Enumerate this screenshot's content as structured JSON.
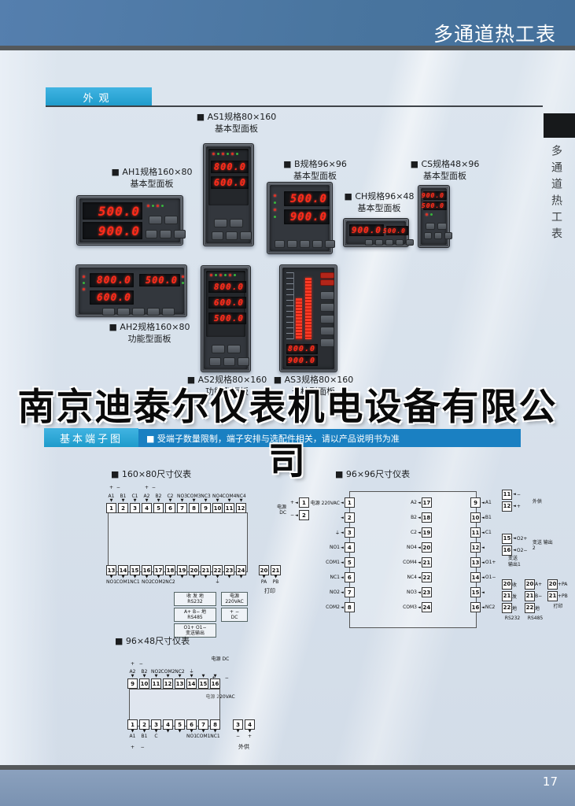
{
  "header": {
    "title": "多通道热工表"
  },
  "side_tab": {
    "text": "多通道热工表"
  },
  "icons": {
    "wire_down": "▼",
    "wire_left": "◄"
  },
  "watermark": {
    "text": "南京迪泰尔仪表机电设备有限公司"
  },
  "appearance": {
    "section_label": "外观",
    "meters": {
      "as1": {
        "label1": "■ AS1规格80×160",
        "label2": "基本型面板",
        "d1": "800.0",
        "d2": "600.0"
      },
      "ah1": {
        "label1": "■ AH1规格160×80",
        "label2": "基本型面板",
        "d1": "500.0",
        "d2": "900.0"
      },
      "b": {
        "label1": "■ B规格96×96",
        "label2": "基本型面板",
        "d1": "500.0",
        "d2": "900.0"
      },
      "ch": {
        "label1": "■ CH规格96×48",
        "label2": "基本型面板",
        "d1": "900.0",
        "d2": "500.0"
      },
      "cs": {
        "label1": "■ CS规格48×96",
        "label2": "基本型面板",
        "d1": "900.0",
        "d2": "500.0"
      },
      "ah2": {
        "label1": "■ AH2规格160×80",
        "label2": "功能型面板",
        "d1": "800.0",
        "d2": "500.0",
        "d3": "600.0"
      },
      "as2": {
        "label1": "■ AS2规格80×160",
        "label2": "功能型面板",
        "d1": "800.0",
        "d2": "600.0",
        "d3": "500.0"
      },
      "as3": {
        "label1": "■ AS3规格80×160",
        "label2": "光柱型面板",
        "d1": "800.0",
        "d2": "900.0"
      }
    }
  },
  "terminal_section": {
    "label": "基本端子图",
    "note": "■ 受端子数量限制，端子安排与选配件相关，请以产品说明书为准"
  },
  "d160": {
    "title": "■ 160×80尺寸仪表",
    "polarity": [
      "+  −",
      "+  −"
    ],
    "top": [
      {
        "n": "1",
        "l": "A1"
      },
      {
        "n": "2",
        "l": "B1"
      },
      {
        "n": "3",
        "l": "C1"
      },
      {
        "n": "4",
        "l": "A2"
      },
      {
        "n": "5",
        "l": "B2"
      },
      {
        "n": "6",
        "l": "C2"
      },
      {
        "n": "7",
        "l": "NO3"
      },
      {
        "n": "8",
        "l": "COM3"
      },
      {
        "n": "9",
        "l": "NC3"
      },
      {
        "n": "10",
        "l": "NO4"
      },
      {
        "n": "11",
        "l": "COM4"
      },
      {
        "n": "12",
        "l": "NC4"
      }
    ],
    "bottom": [
      {
        "n": "13",
        "l": "NO1"
      },
      {
        "n": "14",
        "l": "COM1"
      },
      {
        "n": "15",
        "l": "NC1"
      },
      {
        "n": "16",
        "l": "NO2"
      },
      {
        "n": "17",
        "l": "COM2"
      },
      {
        "n": "18",
        "l": "NC2"
      },
      {
        "n": "19",
        "l": ""
      },
      {
        "n": "20",
        "l": ""
      },
      {
        "n": "21",
        "l": ""
      },
      {
        "n": "22",
        "l": "⏚"
      },
      {
        "n": "23",
        "l": ""
      },
      {
        "n": "24",
        "l": ""
      }
    ],
    "ann_rs232": {
      "line1": "收  发  地",
      "line2": "RS232"
    },
    "ann_rs485": {
      "line1": "A+  B−  地",
      "line2": "RS485"
    },
    "ann_out": {
      "line1": "O1+  O1−",
      "line2": "变送输出"
    },
    "ann_ac": {
      "line1": "电源",
      "line2": "220VAC"
    },
    "ann_dc": {
      "line1": "+      −",
      "line2": "DC"
    },
    "print": {
      "caption": "打印",
      "terms": [
        {
          "n": "20",
          "l": "PA"
        },
        {
          "n": "21",
          "l": "PB"
        }
      ]
    }
  },
  "d9696": {
    "title": "■ 96×96尺寸仪表",
    "power": {
      "caption1": "电源",
      "caption2": "DC",
      "terms": [
        {
          "n": "1",
          "l": "+"
        },
        {
          "n": "2",
          "l": "−"
        }
      ]
    },
    "left": [
      {
        "n": "1",
        "l": "电源 220VAC"
      },
      {
        "n": "2",
        "l": ""
      },
      {
        "n": "3",
        "l": "⏚"
      },
      {
        "n": "4",
        "l": "NO1"
      },
      {
        "n": "5",
        "l": "COM1"
      },
      {
        "n": "6",
        "l": "NC1"
      },
      {
        "n": "7",
        "l": "NO2"
      },
      {
        "n": "8",
        "l": "COM2"
      }
    ],
    "mid": [
      {
        "n": "17",
        "l": "A2"
      },
      {
        "n": "18",
        "l": "B2"
      },
      {
        "n": "19",
        "l": "C2"
      },
      {
        "n": "20",
        "l": "NO4"
      },
      {
        "n": "21",
        "l": "COM4"
      },
      {
        "n": "22",
        "l": "NC4"
      },
      {
        "n": "23",
        "l": "NO3"
      },
      {
        "n": "24",
        "l": "COM3"
      }
    ],
    "right": [
      {
        "n": "9",
        "l": "A1"
      },
      {
        "n": "10",
        "l": "B1"
      },
      {
        "n": "11",
        "l": "C1"
      },
      {
        "n": "12",
        "l": ""
      },
      {
        "n": "13",
        "l": "O1+"
      },
      {
        "n": "14",
        "l": "O1−"
      },
      {
        "n": "15",
        "l": ""
      },
      {
        "n": "16",
        "l": "NC2"
      }
    ],
    "right_caption1": "变送",
    "right_caption2": "输出1",
    "g_supply": {
      "caption": "外供",
      "terms": [
        {
          "n": "11",
          "l": "−"
        },
        {
          "n": "12",
          "l": "+"
        }
      ]
    },
    "g_out2": {
      "caption": "变送 输出2",
      "terms": [
        {
          "n": "15",
          "l": "O2+"
        },
        {
          "n": "16",
          "l": "O2−"
        }
      ]
    },
    "g_rs232": {
      "caption": "RS232",
      "terms": [
        {
          "n": "20",
          "l": "收"
        },
        {
          "n": "21",
          "l": "发"
        },
        {
          "n": "22",
          "l": "地"
        }
      ]
    },
    "g_rs485": {
      "caption": "RS485",
      "terms": [
        {
          "n": "20",
          "l": "A+"
        },
        {
          "n": "21",
          "l": "B−"
        },
        {
          "n": "22",
          "l": "地"
        }
      ]
    },
    "g_print": {
      "caption": "打印",
      "terms": [
        {
          "n": "20",
          "l": "+PA"
        },
        {
          "n": "21",
          "l": "+PB"
        }
      ]
    }
  },
  "d9648": {
    "title": "■ 96×48尺寸仪表",
    "power_lines": [
      "电源 DC",
      "+      −",
      "电源 220VAC"
    ],
    "polarity_top": "+   −",
    "polarity_bottom": "+    −",
    "top": [
      {
        "n": "9",
        "l": "A2"
      },
      {
        "n": "10",
        "l": "B2"
      },
      {
        "n": "11",
        "l": "NO2"
      },
      {
        "n": "12",
        "l": "COM2"
      },
      {
        "n": "13",
        "l": "NC2"
      },
      {
        "n": "14",
        "l": "⏚"
      },
      {
        "n": "15",
        "l": ""
      },
      {
        "n": "16",
        "l": ""
      }
    ],
    "bottom": [
      {
        "n": "1",
        "l": "A1"
      },
      {
        "n": "2",
        "l": "B1"
      },
      {
        "n": "3",
        "l": "C"
      },
      {
        "n": "4",
        "l": ""
      },
      {
        "n": "5",
        "l": ""
      },
      {
        "n": "6",
        "l": "NO1"
      },
      {
        "n": "7",
        "l": "COM1"
      },
      {
        "n": "8",
        "l": "NC1"
      }
    ],
    "aux": {
      "caption": "外供",
      "terms": [
        {
          "n": "3",
          "l": "−"
        },
        {
          "n": "4",
          "l": "+"
        }
      ]
    }
  },
  "footer": {
    "page": "17"
  },
  "colors": {
    "header_blue": "#49759f",
    "accent_cyan": "#2aa9d9",
    "bar_blue": "#1a80c2",
    "led_red": "#ff2b1a",
    "footer_blue": "#7a92b1"
  }
}
